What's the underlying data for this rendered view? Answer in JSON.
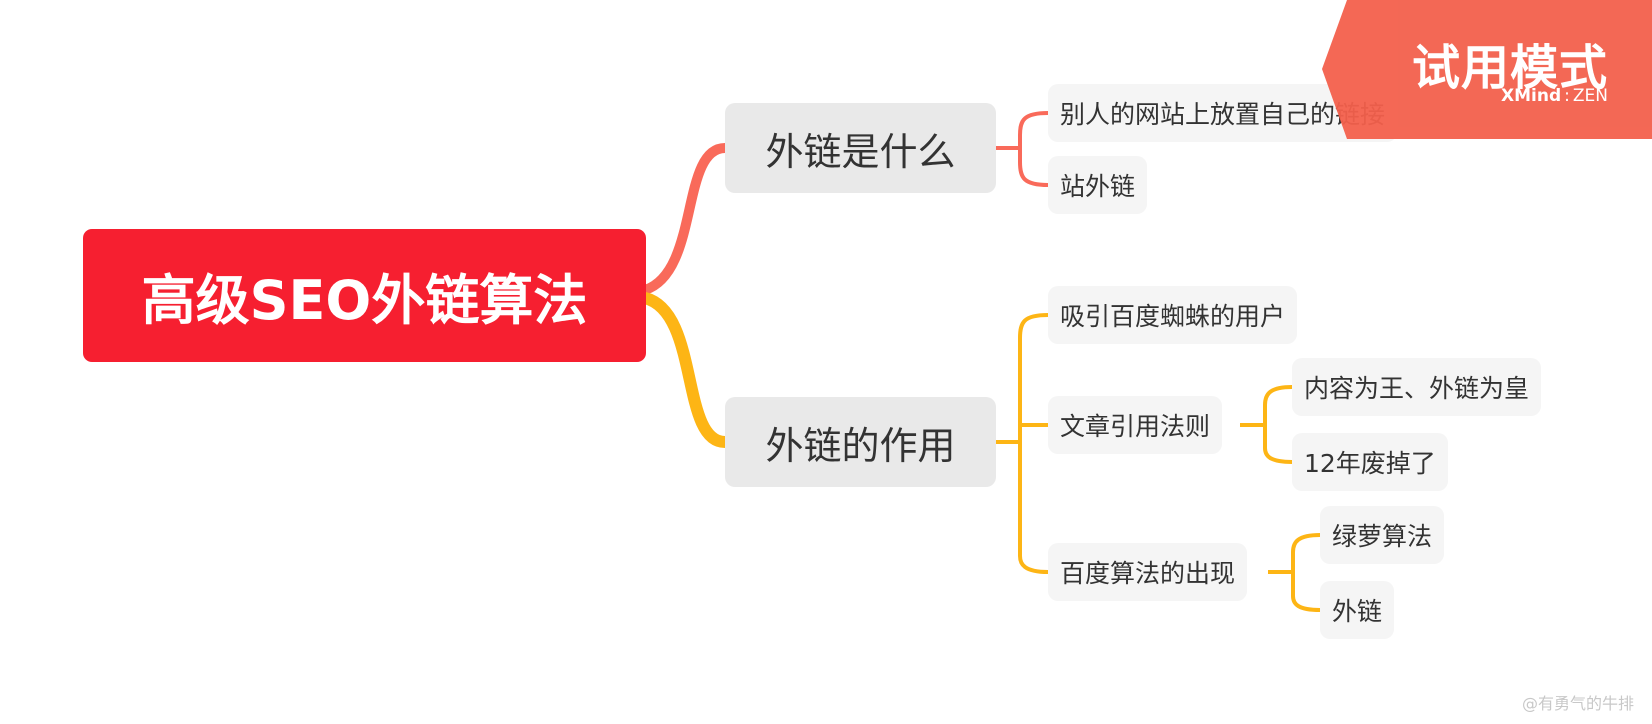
{
  "root": {
    "label": "高级SEO外链算法"
  },
  "branches": [
    {
      "label": "外链是什么",
      "color": "#f96a5a",
      "children": [
        {
          "label": "别人的网站上放置自己的链接",
          "children": []
        },
        {
          "label": "站外链",
          "children": []
        }
      ]
    },
    {
      "label": "外链的作用",
      "color": "#fdb515",
      "children": [
        {
          "label": "吸引百度蜘蛛的用户",
          "children": []
        },
        {
          "label": "文章引用法则",
          "children": [
            {
              "label": "内容为王、外链为皇"
            },
            {
              "label": "12年废掉了"
            }
          ]
        },
        {
          "label": "百度算法的出现",
          "children": [
            {
              "label": "绿萝算法"
            },
            {
              "label": "外链"
            }
          ]
        }
      ]
    }
  ],
  "trial_banner": {
    "title": "试用模式",
    "brand": "XMind",
    "separator": ":",
    "edition": "ZEN"
  },
  "watermark": "@有勇气的牛排",
  "colors": {
    "root": "#f61f30",
    "banner": "#f3604c"
  }
}
